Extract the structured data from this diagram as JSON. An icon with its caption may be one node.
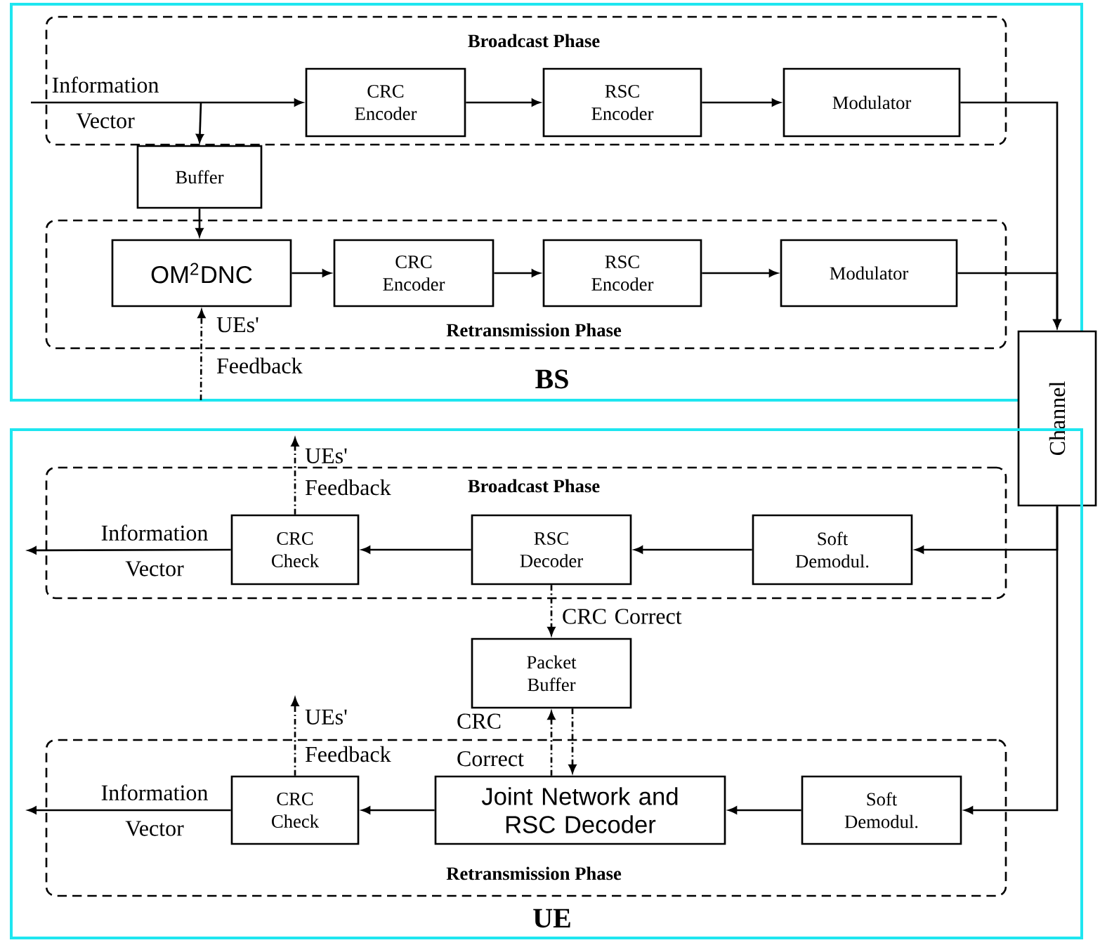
{
  "diagram": {
    "nodes": [
      {
        "text": [
          "BS"
        ]
      },
      {
        "text": [
          "Broadcast Phase"
        ],
        "in": 0
      },
      {
        "text": [
          "CRC Encoder"
        ],
        "in": 1
      },
      {
        "text": [
          "RSC Encoder"
        ],
        "in": 1
      },
      {
        "text": [
          "Modulator"
        ],
        "in": 1
      },
      {
        "text": [
          "Buffer"
        ],
        "in": 0
      },
      {
        "text": [
          "Retransmission Phase"
        ],
        "in": 0
      },
      {
        "text": [
          "OM$^{2}$DNC"
        ],
        "in": 6
      },
      {
        "text": [
          "CRC Encoder"
        ],
        "in": 6
      },
      {
        "text": [
          "RSC Encoder"
        ],
        "in": 6
      },
      {
        "text": [
          "Modulator"
        ],
        "in": 6
      },
      {
        "text": [
          "Channel"
        ]
      },
      {
        "text": [
          "UE"
        ]
      },
      {
        "text": [
          "Broadcast Phase"
        ],
        "in": 12
      },
      {
        "text": [
          "CRC Check"
        ],
        "in": 13
      },
      {
        "text": [
          "RSC Decoder"
        ],
        "in": 13
      },
      {
        "text": [
          "Soft Demodul."
        ],
        "in": 13
      },
      {
        "text": [
          "Packet Buffer"
        ],
        "in": 12
      },
      {
        "text": [
          "Retransmission Phase"
        ],
        "in": 12
      },
      {
        "text": [
          "CRC Check"
        ],
        "in": 18
      },
      {
        "text": [
          "Joint Network and RSC Decoder"
        ],
        "in": 18
      },
      {
        "text": [
          "Soft Demodul."
        ],
        "in": 18
      }
    ],
    "edges": [
      {
        "from": null,
        "to": 2,
        "arrow": "to",
        "label": "Information Vector"
      },
      {
        "from": null,
        "to": 5,
        "arrow": "to"
      },
      {
        "from": 5,
        "to": 7,
        "arrow": "to"
      },
      {
        "from": 2,
        "to": 3,
        "arrow": "to"
      },
      {
        "from": 3,
        "to": 4,
        "arrow": "to"
      },
      {
        "from": 7,
        "to": 8,
        "arrow": "to"
      },
      {
        "from": 8,
        "to": 9,
        "arrow": "to"
      },
      {
        "from": 9,
        "to": 10,
        "arrow": "to"
      },
      {
        "from": 4,
        "to": 11,
        "arrow": "to"
      },
      {
        "from": 10,
        "to": 11,
        "arrow": "to"
      },
      {
        "from": null,
        "to": 7,
        "arrow": "to",
        "label": "UEs' Feedback",
        "style": "dashed"
      },
      {
        "from": 11,
        "to": 16,
        "arrow": "to"
      },
      {
        "from": 11,
        "to": 21,
        "arrow": "to"
      },
      {
        "from": 16,
        "to": 15,
        "arrow": "to"
      },
      {
        "from": 15,
        "to": 14,
        "arrow": "to"
      },
      {
        "from": 14,
        "to": null,
        "arrow": "to",
        "label": "Information Vector"
      },
      {
        "from": 14,
        "to": null,
        "arrow": "to",
        "label": "UEs' Feedback",
        "style": "dashed"
      },
      {
        "from": 15,
        "to": 17,
        "arrow": "to",
        "label": "CRC Correct",
        "style": "dashed"
      },
      {
        "from": 20,
        "to": 17,
        "arrow": "to",
        "label": "CRC Correct",
        "style": "dashed"
      },
      {
        "from": 17,
        "to": 20,
        "arrow": "to",
        "style": "dashed"
      },
      {
        "from": 21,
        "to": 20,
        "arrow": "to"
      },
      {
        "from": 20,
        "to": 19,
        "arrow": "to"
      },
      {
        "from": 19,
        "to": null,
        "arrow": "to",
        "label": "Information Vector"
      },
      {
        "from": 19,
        "to": null,
        "arrow": "to",
        "label": "UEs' Feedback",
        "style": "dashed"
      }
    ]
  }
}
